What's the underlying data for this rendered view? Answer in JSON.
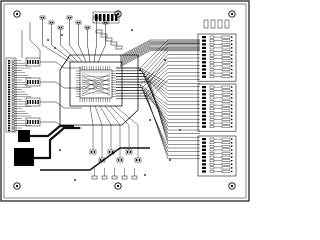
{
  "board": {
    "colors": {
      "background": "#ffffff",
      "outline": "#000000",
      "trace": "#111111",
      "fill": "#000000"
    },
    "mounting_hole_count": 6,
    "left_header_pin_count": 30,
    "right_connector_rows": 34
  }
}
